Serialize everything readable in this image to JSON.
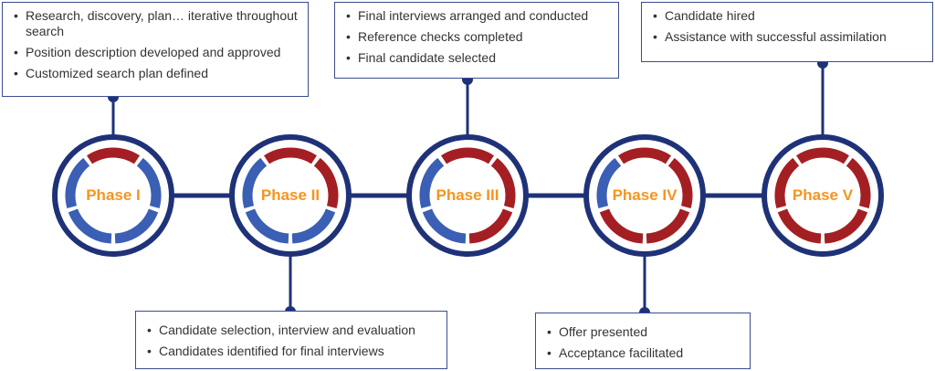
{
  "colors": {
    "navy": "#1f3278",
    "ring_blue": "#3a5fb4",
    "ring_red": "#a41f23",
    "label_orange": "#f7941d",
    "box_border": "#3a4d8f"
  },
  "phases": [
    {
      "label": "Phase I",
      "red_segments": 1
    },
    {
      "label": "Phase II",
      "red_segments": 2
    },
    {
      "label": "Phase III",
      "red_segments": 3
    },
    {
      "label": "Phase IV",
      "red_segments": 4
    },
    {
      "label": "Phase V",
      "red_segments": 5
    }
  ],
  "boxes": [
    {
      "items": [
        "Research, discovery, plan… iterative throughout search",
        "Position description developed and approved",
        "Customized search plan defined"
      ]
    },
    {
      "items": [
        "Candidate selection, interview and evaluation",
        "Candidates identified for final interviews"
      ]
    },
    {
      "items": [
        "Final interviews arranged and conducted",
        "Reference checks completed",
        "Final candidate selected"
      ]
    },
    {
      "items": [
        "Offer presented",
        "Acceptance facilitated"
      ]
    },
    {
      "items": [
        "Candidate hired",
        "Assistance with successful assimilation"
      ]
    }
  ]
}
